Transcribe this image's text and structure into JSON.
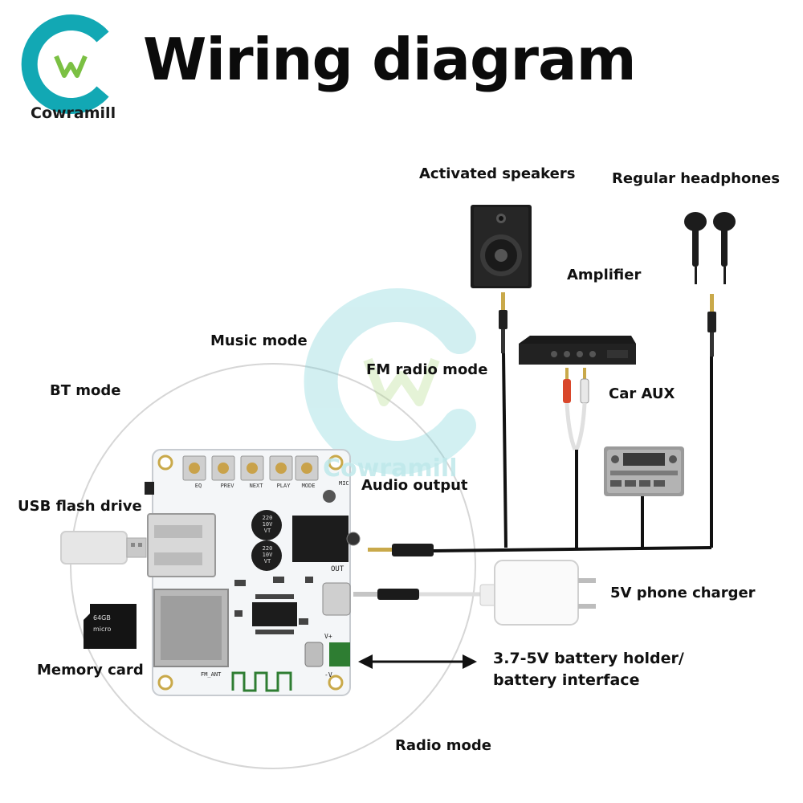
{
  "header": {
    "title": "Wiring diagram",
    "brand": "Cowramill"
  },
  "watermark": {
    "text": "Cowramill"
  },
  "labels": {
    "activated_speakers": "Activated speakers",
    "regular_headphones": "Regular headphones",
    "amplifier": "Amplifier",
    "music_mode": "Music mode",
    "fm_radio_mode": "FM radio mode",
    "bt_mode": "BT mode",
    "car_aux": "Car AUX",
    "usb_flash_drive": "USB flash drive",
    "audio_output": "Audio output",
    "phone_charger": "5V phone charger",
    "memory_card": "Memory card",
    "battery_line1": "3.7-5V battery holder/",
    "battery_line2": "battery interface",
    "radio_mode": "Radio mode"
  },
  "board": {
    "buttons": [
      "EQ",
      "PREV",
      "NEXT",
      "PLAY",
      "MODE"
    ],
    "capacitor_text": [
      "220",
      "10V",
      "VT"
    ],
    "out_label": "OUT",
    "mic_label": "MIC",
    "fm_ant_label": "FM_ANT",
    "vplus": "V+",
    "vminus": "-V"
  },
  "sd_card": {
    "capacity": "64GB",
    "brand": "micro"
  },
  "colors": {
    "brand_teal": "#12a8b4",
    "brand_green": "#7bc043",
    "board_white": "#f4f6f8",
    "cable_black": "#111111",
    "rca_red": "#d9472b"
  }
}
